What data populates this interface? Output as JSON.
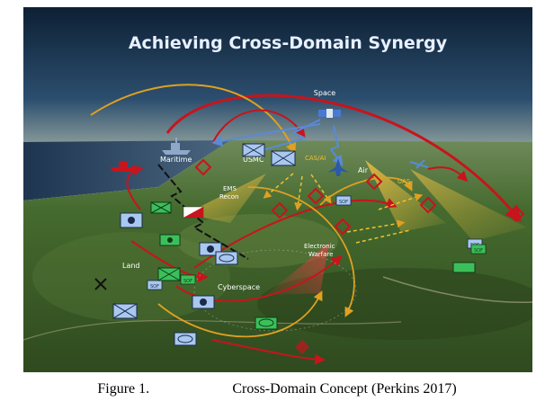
{
  "diagram": {
    "title": "Achieving Cross-Domain Synergy",
    "labels": {
      "space": "Space",
      "maritime": "Maritime",
      "usmc": "USMC",
      "cas_ai": "CAS/AI",
      "air": "Air",
      "uas": "UAS",
      "ems_recon": "EMS",
      "ems_recon2": "Recon",
      "electronic_warfare": "Electronic",
      "electronic_warfare2": "Warfare",
      "land": "Land",
      "cyberspace": "Cyberspace",
      "sof": "SOF"
    },
    "colors": {
      "title": "#e8f0ff",
      "arrow_red": "#c8141c",
      "arrow_orange": "#e0a020",
      "arrow_blue": "#5a8ad6",
      "arrow_black": "#111111",
      "symbol_blue": "#a8c8f0",
      "symbol_green": "#3cbf5a",
      "sky_top": "#0d2035",
      "terrain": "#3c5a28"
    }
  },
  "caption": {
    "number": "Figure 1.",
    "text": "Cross-Domain Concept (Perkins 2017)"
  }
}
